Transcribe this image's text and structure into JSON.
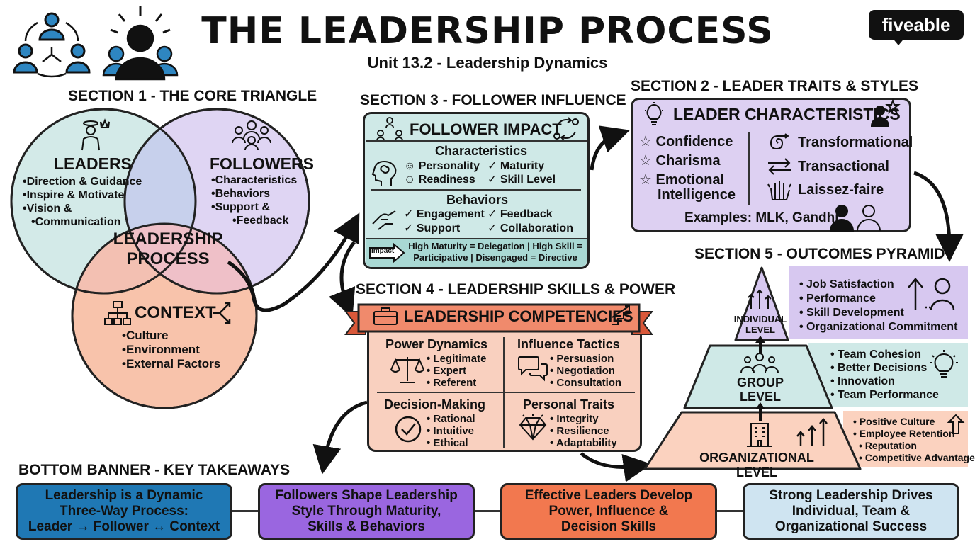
{
  "header": {
    "title": "THE LEADERSHIP PROCESS",
    "subtitle": "Unit 13.2 - Leadership Dynamics",
    "logo": "fiveable"
  },
  "section1": {
    "heading": "SECTION 1 - THE CORE TRIANGLE",
    "leaders": {
      "title": "LEADERS",
      "items": [
        "Direction & Guidance",
        "Inspire & Motivate",
        "Vision &",
        "Communication"
      ]
    },
    "followers": {
      "title": "FOLLOWERS",
      "items": [
        "Characteristics",
        "Behaviors",
        "Support &",
        "Feedback"
      ]
    },
    "center": {
      "line1": "LEADERSHIP",
      "line2": "PROCESS"
    },
    "context": {
      "title": "CONTEXT",
      "items": [
        "Culture",
        "Environment",
        "External Factors"
      ]
    },
    "colors": {
      "leaders": "#cfe8e6",
      "followers": "#dcd0f2",
      "context": "#f8c3ab",
      "overlap": "#f2b7b0"
    }
  },
  "section3": {
    "heading": "SECTION 3 - FOLLOWER INFLUENCE",
    "card_title": "FOLLOWER IMPACT",
    "characteristics": {
      "heading": "Characteristics",
      "items": [
        "Personality",
        "Maturity",
        "Readiness",
        "Skill Level"
      ]
    },
    "behaviors": {
      "heading": "Behaviors",
      "items": [
        "Engagement",
        "Feedback",
        "Support",
        "Collaboration"
      ]
    },
    "impact_label": "Impact",
    "impact_text": {
      "line1": "High Maturity = Delegation | High Skill =",
      "line2": "Participative | Disengaged = Directive"
    },
    "color": "#cfe9e7"
  },
  "section2": {
    "heading": "SECTION 2 - LEADER TRAITS & STYLES",
    "card_title": "LEADER CHARACTERISTICS",
    "traits": [
      "Confidence",
      "Charisma",
      "Emotional",
      "Intelligence"
    ],
    "styles": [
      "Transformational",
      "Transactional",
      "Laissez-faire"
    ],
    "examples": "Examples: MLK, Gandhi",
    "color": "#ddd0f2"
  },
  "section4": {
    "heading": "SECTION 4 - LEADERSHIP SKILLS & POWER",
    "banner": "LEADERSHIP COMPETENCIES",
    "power": {
      "heading": "Power Dynamics",
      "items": [
        "Legitimate",
        "Expert",
        "Referent"
      ]
    },
    "influence": {
      "heading": "Influence Tactics",
      "items": [
        "Persuasion",
        "Negotiation",
        "Consultation"
      ]
    },
    "decision": {
      "heading": "Decision-Making",
      "items": [
        "Rational",
        "Intuitive",
        "Ethical"
      ]
    },
    "personal": {
      "heading": "Personal Traits",
      "items": [
        "Integrity",
        "Resilience",
        "Adaptability"
      ]
    },
    "color": "#f9d0bf",
    "banner_color": "#f08a6c"
  },
  "section5": {
    "heading": "SECTION 5 - OUTCOMES PYRAMID",
    "individual": {
      "label1": "INDIVIDUAL",
      "label2": "LEVEL",
      "items": [
        "Job Satisfaction",
        "Performance",
        "Skill Development",
        "Organizational Commitment"
      ]
    },
    "group": {
      "label1": "GROUP",
      "label2": "LEVEL",
      "items": [
        "Team Cohesion",
        "Better Decisions",
        "Innovation",
        "Team Performance"
      ]
    },
    "organizational": {
      "label": "ORGANIZATIONAL LEVEL",
      "items": [
        "Positive Culture",
        "Employee Retention",
        "Reputation",
        "Competitive Advantage"
      ]
    },
    "colors": {
      "individual": "#d7c8f0",
      "group": "#cfe9e7",
      "organizational": "#fbd2bf"
    }
  },
  "bottom": {
    "heading": "BOTTOM BANNER - KEY TAKEAWAYS",
    "boxes": [
      {
        "lines": [
          "Leadership is a Dynamic",
          "Three-Way Process:",
          "Leader → Follower ↔ Context"
        ],
        "color": "#1f78b4"
      },
      {
        "lines": [
          "Followers Shape Leadership",
          "Style Through Maturity,",
          "Skills & Behaviors"
        ],
        "color": "#9a66e0"
      },
      {
        "lines": [
          "Effective Leaders Develop",
          "Power, Influence &",
          "Decision Skills"
        ],
        "color": "#f2784f"
      },
      {
        "lines": [
          "Strong Leadership Drives",
          "Individual, Team &",
          "Organizational Success"
        ],
        "color": "#cfe4f1"
      }
    ]
  }
}
